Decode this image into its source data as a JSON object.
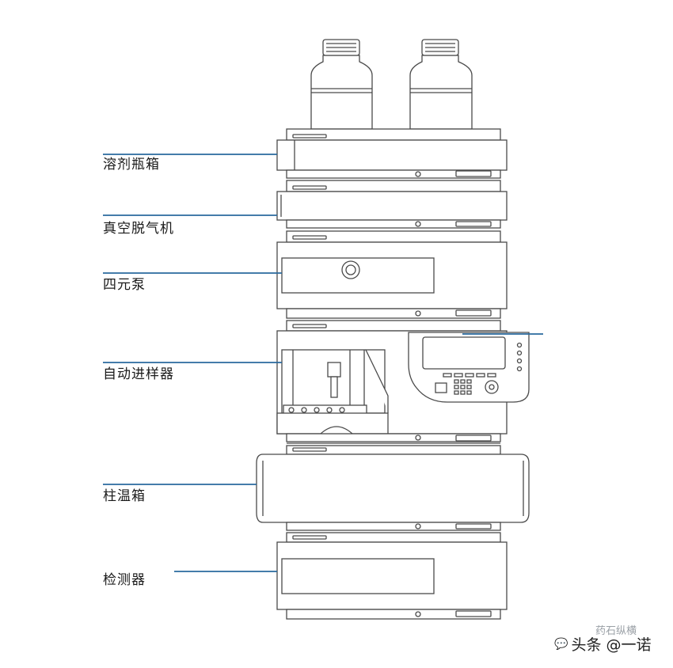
{
  "labels": {
    "solvent_reservoir": "溶剂瓶箱",
    "vacuum_degasser": "真空脱气机",
    "quaternary_pump": "四元泵",
    "autosampler": "自动进样器",
    "column_oven": "柱温箱",
    "detector": "检测器"
  },
  "watermark": {
    "text": "头条 @一诺",
    "faint_text": "药石纵横",
    "icon": "wechat-bubble-icon"
  },
  "colors": {
    "leader_line": "#2a6a9e",
    "outline": "#4a4a4a",
    "module_fill": "#ffffff",
    "text": "#1a1a1a"
  }
}
